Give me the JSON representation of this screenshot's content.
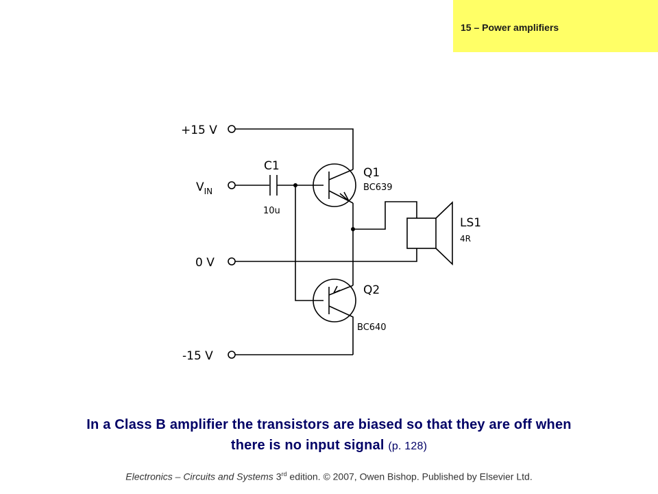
{
  "header": {
    "chapter_title": "15 – Power amplifiers"
  },
  "circuit": {
    "labels": {
      "plus15": "+15 V",
      "vin_main": "V",
      "vin_sub": "IN",
      "zero": "0 V",
      "minus15": "-15 V",
      "c1": "C1",
      "c1_value": "10u",
      "q1": "Q1",
      "q1_part": "BC639",
      "q2": "Q2",
      "q2_part": "BC640",
      "ls1": "LS1",
      "ls1_value": "4R"
    }
  },
  "caption": {
    "line1": "In a Class B amplifier the transistors are biased so that they are off when",
    "line2": "there is no input signal",
    "page_ref": "(p. 128)"
  },
  "footer": {
    "book_title": "Electronics – Circuits and Systems",
    "edition_num": " 3",
    "edition_sup": "rd",
    "rest": " edition. © 2007, Owen Bishop. Published by Elsevier Ltd."
  },
  "colors": {
    "tab": "#ffff66",
    "caption": "#000066"
  }
}
